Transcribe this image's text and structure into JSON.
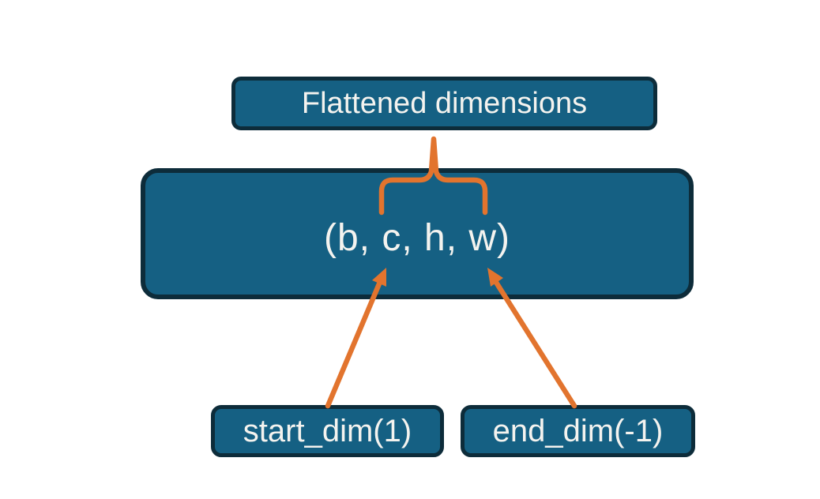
{
  "diagram": {
    "title_box": {
      "label": "Flattened dimensions"
    },
    "tensor_box": {
      "label": "(b, c, h, w)"
    },
    "param_boxes": [
      {
        "label": "start_dim(1)"
      },
      {
        "label": "end_dim(-1)"
      }
    ],
    "connectors": [
      {
        "name": "flatten-range-brace",
        "type": "brace",
        "from": "tensor_box dims c..w",
        "to": "title_box"
      },
      {
        "name": "start-dim-arrow",
        "type": "arrow",
        "from": "param_boxes.0",
        "to": "tensor dim c"
      },
      {
        "name": "end-dim-arrow",
        "type": "arrow",
        "from": "param_boxes.1",
        "to": "tensor dim w"
      }
    ]
  },
  "colors": {
    "node_fill": "#156083",
    "node_border": "#0d2c3a",
    "accent_orange": "#e2742e",
    "text": "#f4f3ef",
    "background": "#ffffff"
  }
}
